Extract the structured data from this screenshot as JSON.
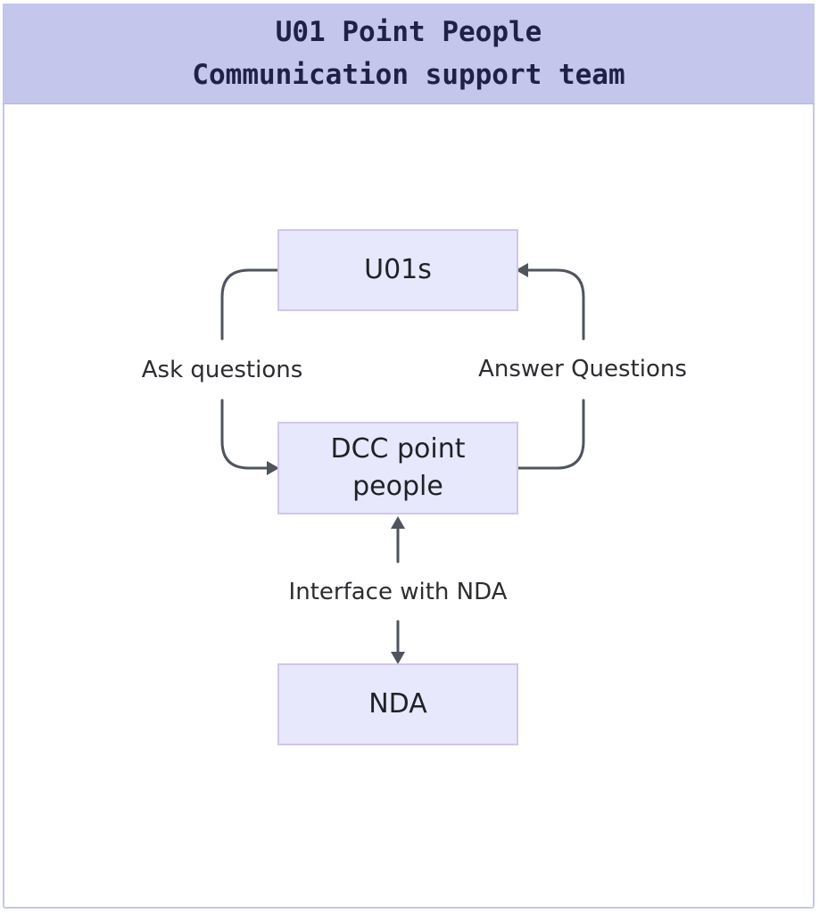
{
  "header": {
    "title_line1": "U01 Point People",
    "title_line2": "Communication support team"
  },
  "nodes": {
    "u01s": "U01s",
    "dcc_line1": "DCC point",
    "dcc_line2": "people",
    "nda": "NDA"
  },
  "edges": {
    "ask": "Ask questions",
    "answer": "Answer Questions",
    "interface": "Interface with NDA"
  },
  "colors": {
    "header_bg": "#c4c6ec",
    "node_fill": "#e7e8fb",
    "edge": "#4f545d"
  }
}
